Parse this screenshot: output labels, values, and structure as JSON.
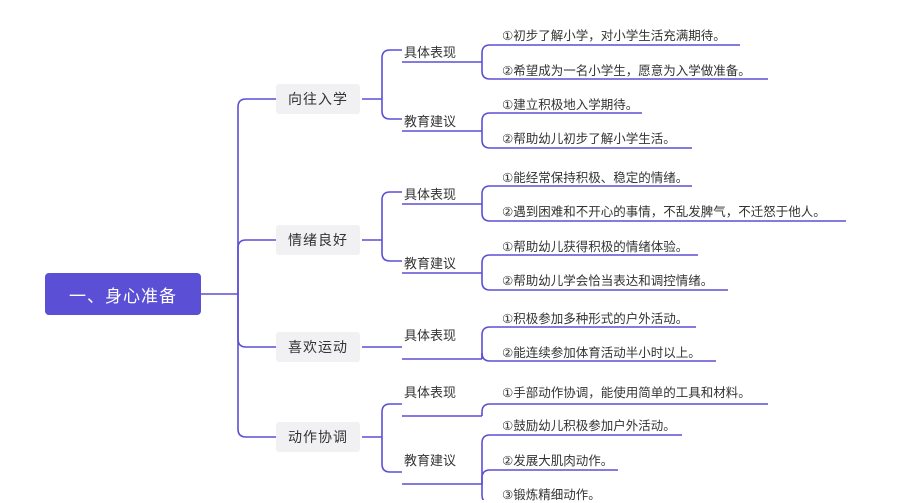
{
  "root": "一、身心准备",
  "topics": [
    {
      "label": "向往入学",
      "groups": [
        {
          "label": "具体表现",
          "items": [
            "①初步了解小学，对小学生活充满期待。",
            "②希望成为一名小学生，愿意为入学做准备。"
          ]
        },
        {
          "label": "教育建议",
          "items": [
            "①建立积极地入学期待。",
            "②帮助幼儿初步了解小学生活。"
          ]
        }
      ]
    },
    {
      "label": "情绪良好",
      "groups": [
        {
          "label": "具体表现",
          "items": [
            "①能经常保持积极、稳定的情绪。",
            "②遇到困难和不开心的事情，不乱发脾气，不迁怒于他人。"
          ]
        },
        {
          "label": "教育建议",
          "items": [
            "①帮助幼儿获得积极的情绪体验。",
            "②帮助幼儿学会恰当表达和调控情绪。"
          ]
        }
      ]
    },
    {
      "label": "喜欢运动",
      "groups": [
        {
          "label": "具体表现",
          "items": [
            "①积极参加多种形式的户外活动。",
            "②能连续参加体育活动半小时以上。"
          ]
        }
      ]
    },
    {
      "label": "动作协调",
      "groups": [
        {
          "label": "具体表现",
          "items": [
            "①手部动作协调，能使用简单的工具和材料。"
          ]
        },
        {
          "label": "教育建议",
          "items": [
            "①鼓励幼儿积极参加户外活动。",
            "②发展大肌肉动作。",
            "③锻炼精细动作。"
          ]
        }
      ]
    }
  ],
  "colors": {
    "accent": "#5b4fd6",
    "line": "#5b4fd6",
    "topic_bg": "#f1f1f4"
  }
}
